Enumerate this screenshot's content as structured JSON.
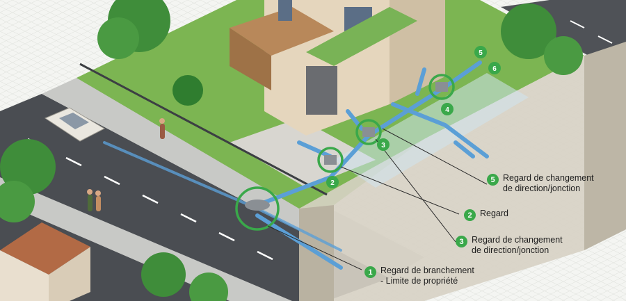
{
  "colors": {
    "accent_green": "#3aa84a",
    "pipe_blue": "#5b9fd6",
    "road": "#4a4d52",
    "grass": "#7cb552",
    "soil": "#c9c3b4"
  },
  "badges": {
    "b1": "1",
    "b2": "2",
    "b3": "3",
    "b4": "4",
    "b5": "5",
    "b6": "6"
  },
  "callouts": [
    {
      "number": "5",
      "label": "Regard de changement\nde direction/jonction"
    },
    {
      "number": "2",
      "label": "Regard"
    },
    {
      "number": "3",
      "label": "Regard de changement\nde direction/jonction"
    },
    {
      "number": "1",
      "label": "Regard de branchement\n- Limite de propriété"
    }
  ]
}
